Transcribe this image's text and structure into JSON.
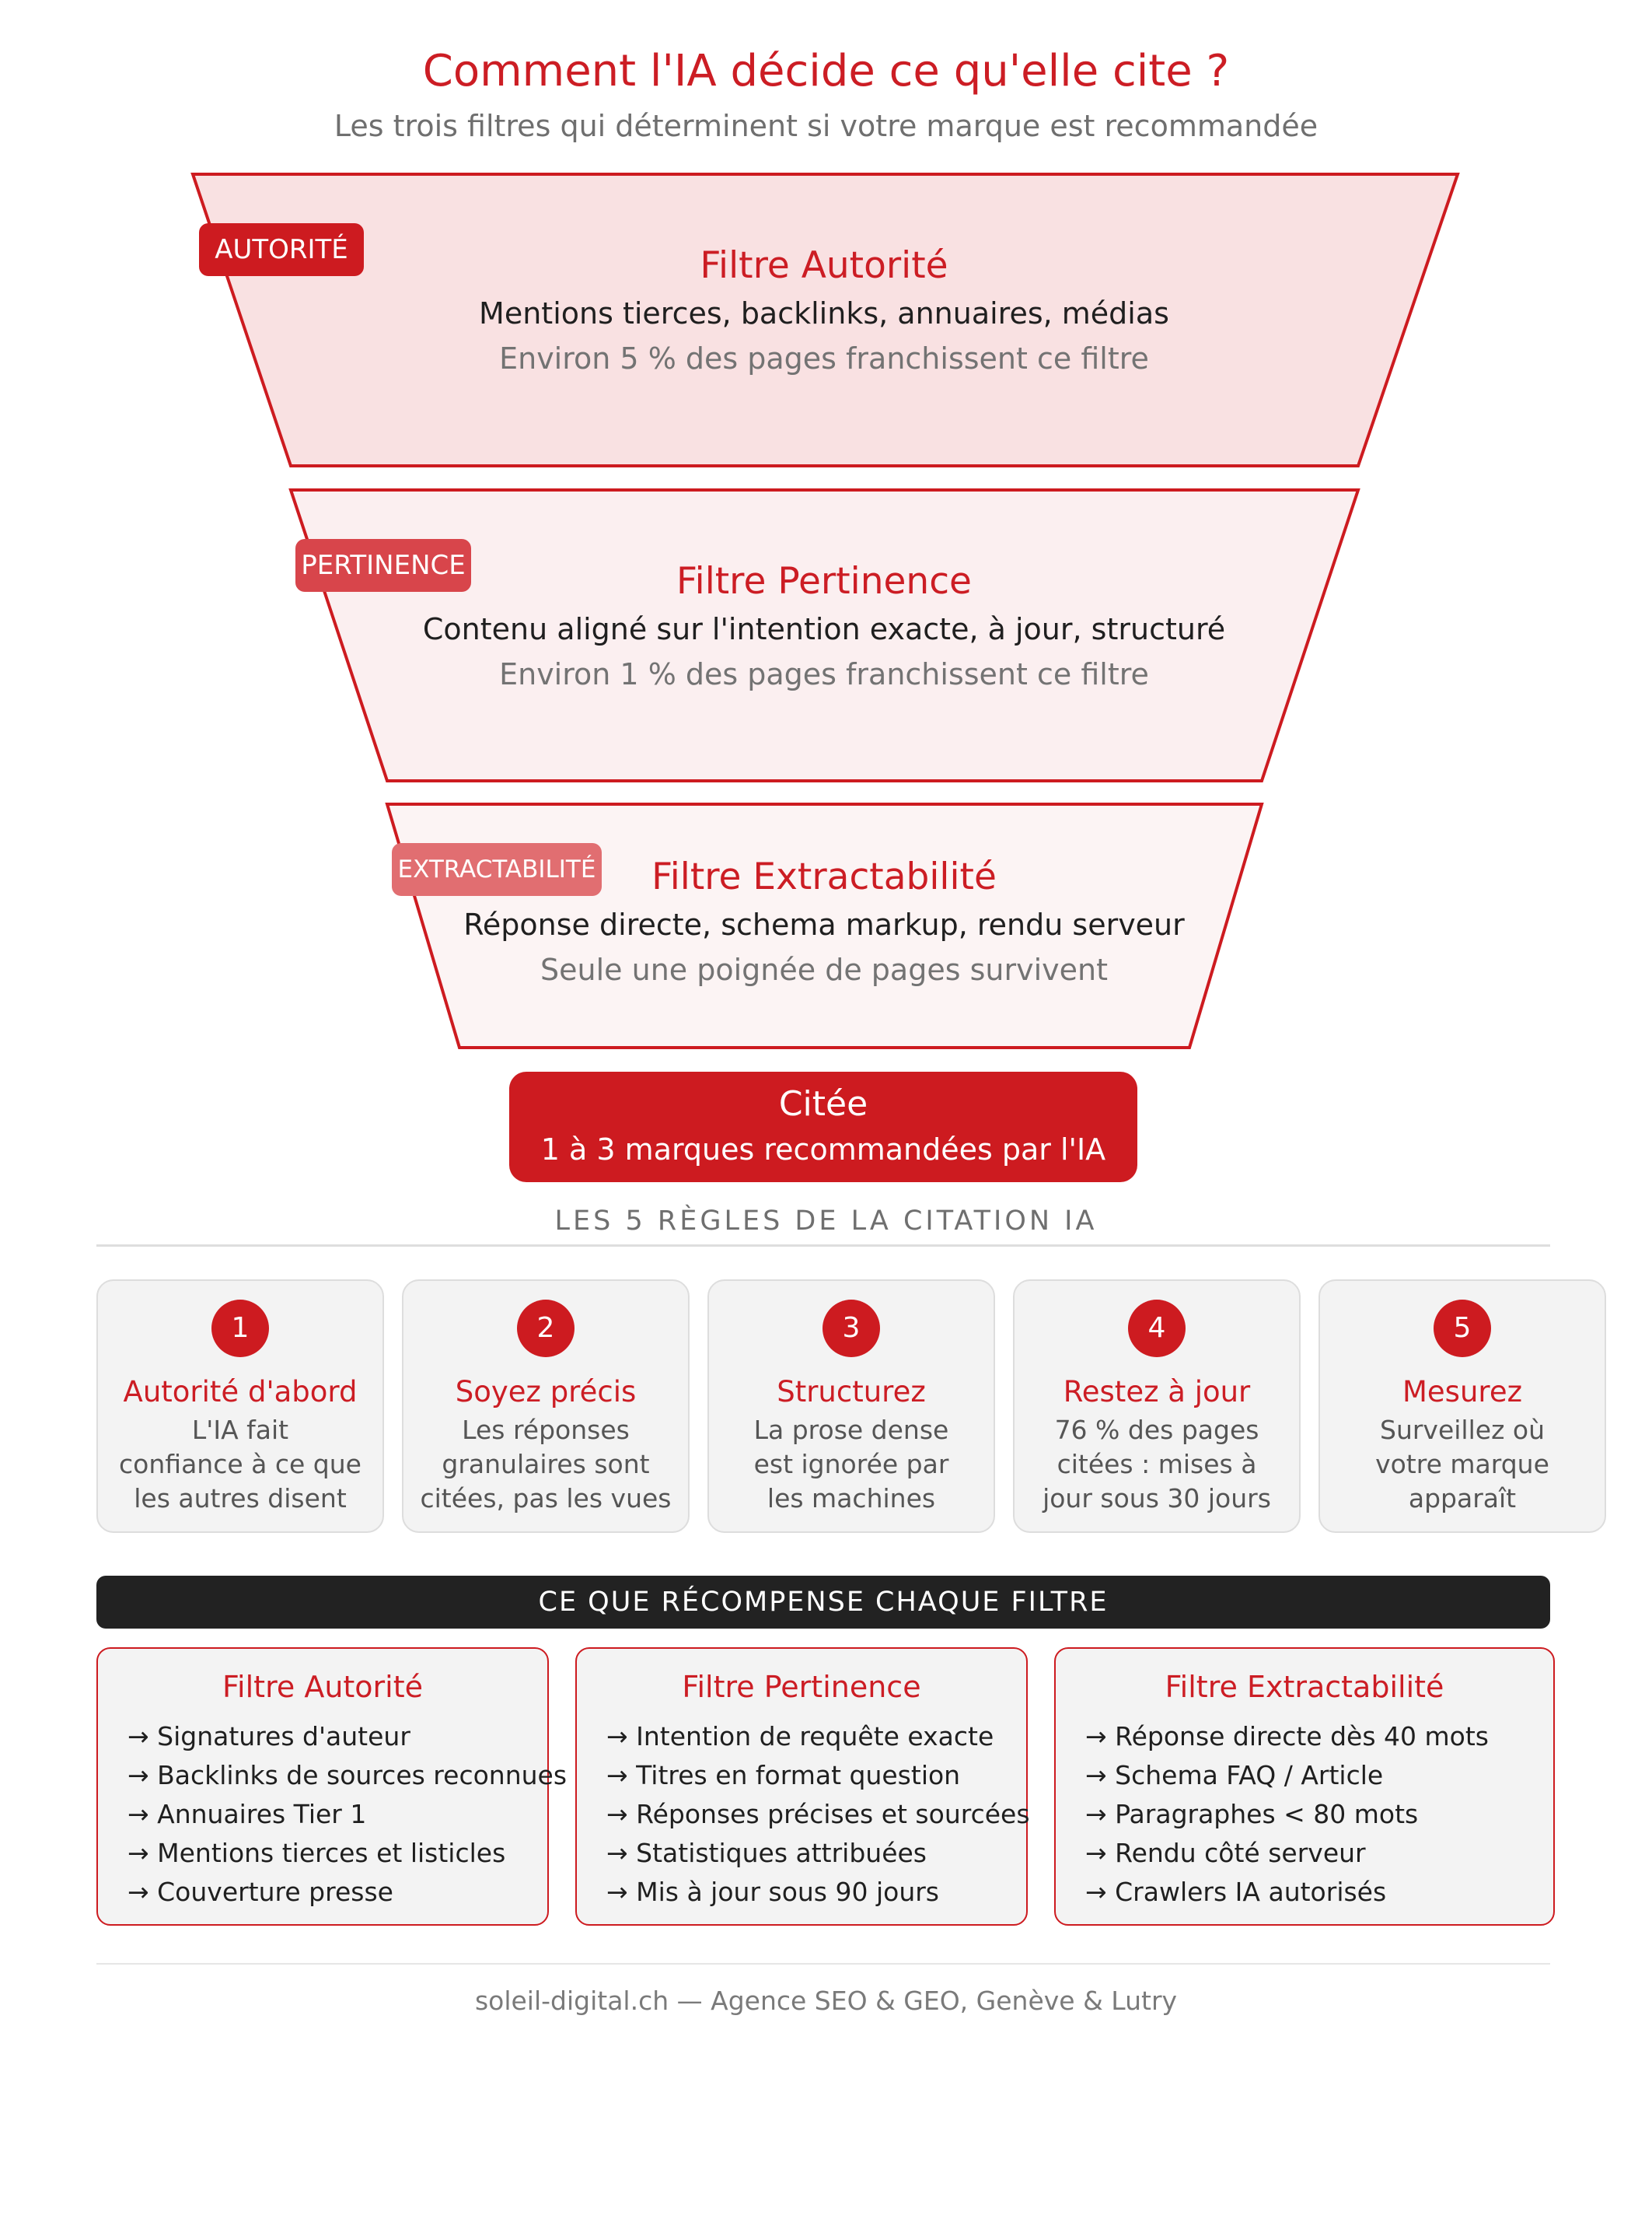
{
  "header": {
    "title": "Comment l'IA décide ce qu'elle cite ?",
    "subtitle": "Les trois filtres qui déterminent si votre marque est recommandée"
  },
  "funnel": {
    "stages": [
      {
        "badge": "AUTORITÉ",
        "title": "Filtre Autorité",
        "description": "Mentions tierces, backlinks, annuaires, médias",
        "note": "Environ 5 % des pages franchissent ce filtre",
        "fill": "#f9e1e2",
        "badge_color": "#cd1b20"
      },
      {
        "badge": "PERTINENCE",
        "title": "Filtre Pertinence",
        "description": "Contenu aligné sur l'intention exacte, à jour, structuré",
        "note": "Environ 1 % des pages franchissent ce filtre",
        "fill": "#fbeff0",
        "badge_color": "#d8454b"
      },
      {
        "badge": "EXTRACTABILITÉ",
        "title": "Filtre Extractabilité",
        "description": "Réponse directe, schema markup, rendu serveur",
        "note": "Seule une poignée de pages survivent",
        "fill": "#fcf4f4",
        "badge_color": "#e16e71"
      }
    ],
    "outline_color": "#cd1b20"
  },
  "cited": {
    "title": "Citée",
    "subtitle": "1 à 3 marques recommandées par l'IA"
  },
  "rules": {
    "heading": "LES 5 RÈGLES DE LA CITATION IA",
    "items": [
      {
        "number": "1",
        "title": "Autorité d'abord",
        "lines": [
          "L'IA fait",
          "confiance à ce que",
          "les autres disent"
        ]
      },
      {
        "number": "2",
        "title": "Soyez précis",
        "lines": [
          "Les réponses",
          "granulaires sont",
          "citées, pas les vues"
        ]
      },
      {
        "number": "3",
        "title": "Structurez",
        "lines": [
          "La prose dense",
          "est ignorée par",
          "les machines"
        ]
      },
      {
        "number": "4",
        "title": "Restez à jour",
        "lines": [
          "76 % des pages",
          "citées : mises à",
          "jour sous 30 jours"
        ]
      },
      {
        "number": "5",
        "title": "Mesurez",
        "lines": [
          "Surveillez où",
          "votre marque",
          "apparaît"
        ]
      }
    ]
  },
  "rewards": {
    "heading": "CE QUE RÉCOMPENSE CHAQUE FILTRE",
    "columns": [
      {
        "title": "Filtre Autorité",
        "items": [
          "→ Signatures d'auteur",
          "→ Backlinks de sources reconnues",
          "→ Annuaires Tier 1",
          "→ Mentions tierces et listicles",
          "→ Couverture presse"
        ]
      },
      {
        "title": "Filtre Pertinence",
        "items": [
          "→ Intention de requête exacte",
          "→ Titres en format question",
          "→ Réponses précises et sourcées",
          "→ Statistiques attribuées",
          "→ Mis à jour sous 90 jours"
        ]
      },
      {
        "title": "Filtre Extractabilité",
        "items": [
          "→ Réponse directe dès 40 mots",
          "→ Schema FAQ / Article",
          "→ Paragraphes < 80 mots",
          "→ Rendu côté serveur",
          "→ Crawlers IA autorisés"
        ]
      }
    ]
  },
  "footer": {
    "text": "soleil-digital.ch — Agence SEO & GEO, Genève & Lutry"
  }
}
